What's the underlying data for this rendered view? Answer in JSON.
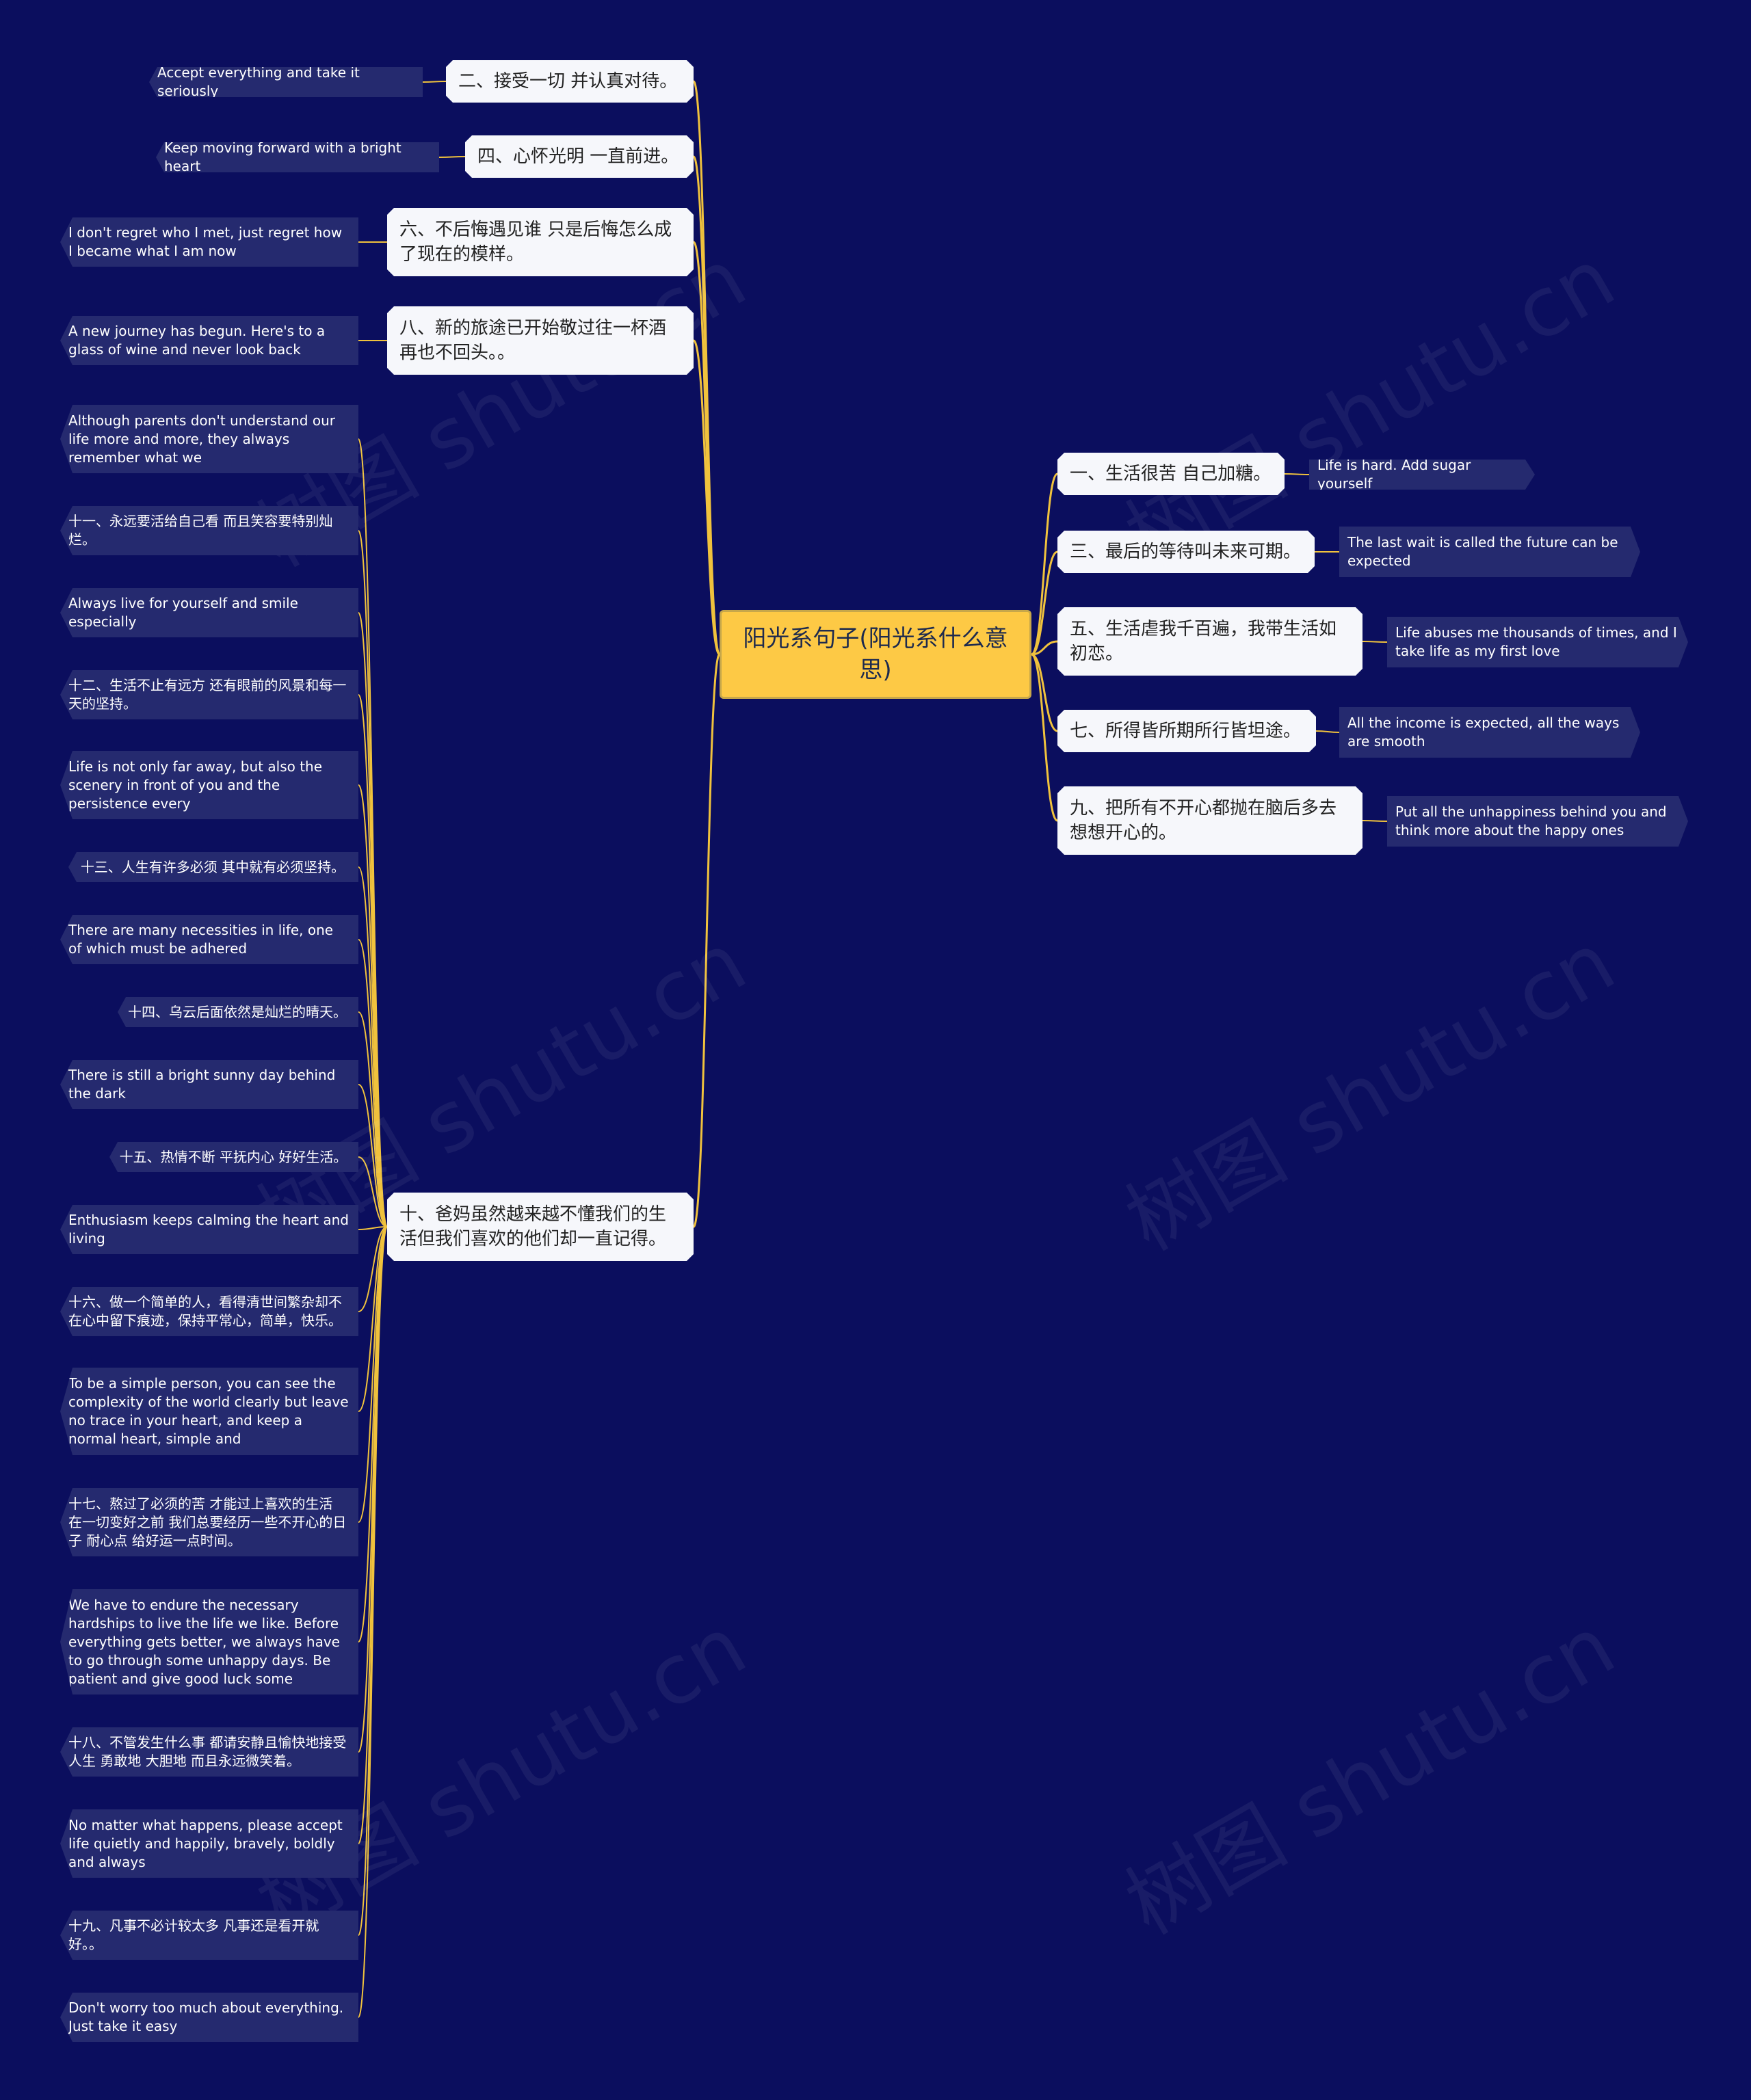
{
  "root": {
    "label": "阳光系句子(阳光系什么意思)"
  },
  "left_branches": [
    {
      "label": "二、接受一切 并认真对待。",
      "children": [
        "Accept everything and take it seriously"
      ]
    },
    {
      "label": "四、心怀光明 一直前进。",
      "children": [
        "Keep moving forward with a bright heart"
      ]
    },
    {
      "label": "六、不后悔遇见谁 只是后悔怎么成了现在的模样。",
      "children": [
        "I don't regret who I met, just regret how I became what I am now"
      ]
    },
    {
      "label": "八、新的旅途已开始敬过往一杯酒再也不回头。。",
      "children": [
        "A new journey has begun. Here's to a glass of wine and never look back"
      ]
    },
    {
      "label": "十、爸妈虽然越来越不懂我们的生活但我们喜欢的他们却一直记得。",
      "children": [
        "Although parents don't understand our life more and more, they always remember what we",
        "十一、永远要活给自己看 而且笑容要特别灿烂。",
        "Always live for yourself and smile especially",
        "十二、生活不止有远方 还有眼前的风景和每一天的坚持。",
        "Life is not only far away, but also the scenery in front of you and the persistence every",
        "十三、人生有许多必须 其中就有必须坚持。",
        "There are many necessities in life, one of which must be adhered",
        "十四、乌云后面依然是灿烂的晴天。",
        "There is still a bright sunny day behind the dark",
        "十五、热情不断 平抚内心 好好生活。",
        "Enthusiasm keeps calming the heart and living",
        "十六、做一个简单的人，看得清世间繁杂却不在心中留下痕迹，保持平常心，简单，快乐。",
        "To be a simple person, you can see the complexity of the world clearly but leave no trace in your heart, and keep a normal heart, simple and",
        "十七、熬过了必须的苦 才能过上喜欢的生活 在一切变好之前 我们总要经历一些不开心的日子 耐心点 给好运一点时间。",
        "We have to endure the necessary hardships to live the life we like. Before everything gets better, we always have to go through some unhappy days. Be patient and give good luck some",
        "十八、不管发生什么事 都请安静且愉快地接受人生 勇敢地 大胆地 而且永远微笑着。",
        "No matter what happens, please accept life quietly and happily, bravely, boldly and always",
        "十九、凡事不必计较太多 凡事还是看开就好。。",
        "Don't worry too much about everything. Just take it easy"
      ]
    }
  ],
  "right_branches": [
    {
      "label": "一、生活很苦 自己加糖。",
      "children": [
        "Life is hard. Add sugar yourself"
      ]
    },
    {
      "label": "三、最后的等待叫未来可期。",
      "children": [
        "The last wait is called the future can be expected"
      ]
    },
    {
      "label": "五、生活虐我千百遍，我带生活如初恋。",
      "children": [
        "Life abuses me thousands of times, and I take life as my first love"
      ]
    },
    {
      "label": "七、所得皆所期所行皆坦途。",
      "children": [
        "All the income is expected, all the ways are smooth"
      ]
    },
    {
      "label": "九、把所有不开心都抛在脑后多去想想开心的。",
      "children": [
        "Put all the unhappiness behind you and think more about the happy ones"
      ]
    }
  ],
  "watermark": "树图 shutu.cn",
  "colors": {
    "background": "#0b0e5e",
    "root_fill": "#fdc945",
    "branch_fill": "#f6f7fb",
    "leaf_fill": "#252a6f",
    "connector": "#f0c23d"
  }
}
